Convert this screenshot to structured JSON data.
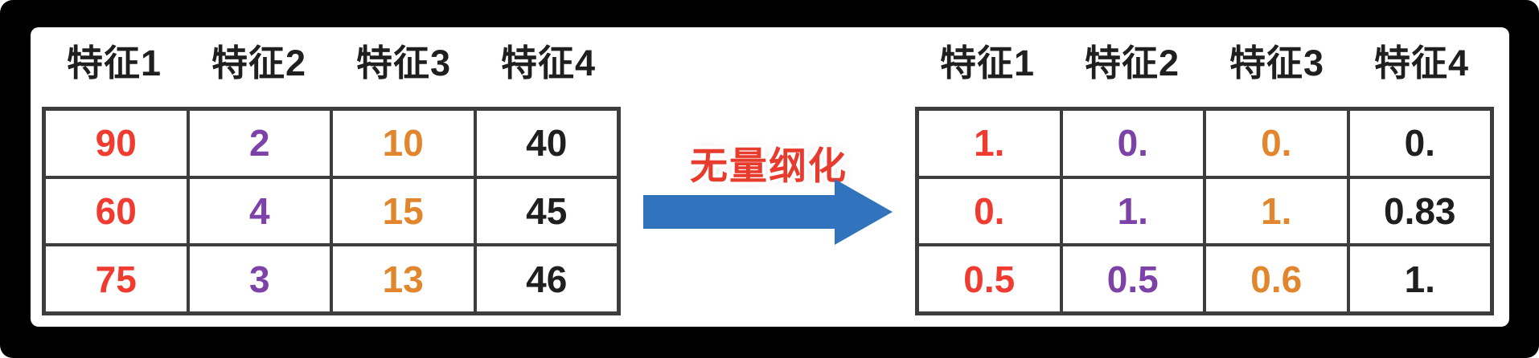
{
  "frame": {
    "background": "#000000",
    "panel_background": "#ffffff"
  },
  "left_table": {
    "description": "raw feature values before normalization",
    "headers": [
      "特征1",
      "特征2",
      "特征3",
      "特征4"
    ],
    "rows": [
      [
        "90",
        "2",
        "10",
        "40"
      ],
      [
        "60",
        "4",
        "15",
        "45"
      ],
      [
        "75",
        "3",
        "13",
        "46"
      ]
    ]
  },
  "right_table": {
    "description": "feature values after normalization",
    "headers": [
      "特征1",
      "特征2",
      "特征3",
      "特征4"
    ],
    "rows": [
      [
        "1.",
        "0.",
        "0.",
        "0."
      ],
      [
        "0.",
        "1.",
        "1.",
        "0.83"
      ],
      [
        "0.5",
        "0.5",
        "0.6",
        "1."
      ]
    ]
  },
  "transform": {
    "label": "无量纲化",
    "label_color": "#e73b2d",
    "arrow_color": "#3273bd",
    "arrow_icon": "arrow-right-icon"
  },
  "colors": {
    "column_colors": [
      "#ef3b30",
      "#7c42a8",
      "#e2862d",
      "#1f1f1f"
    ],
    "header_color": "#1f1f1f",
    "grid_border": "#3d3d3d"
  }
}
